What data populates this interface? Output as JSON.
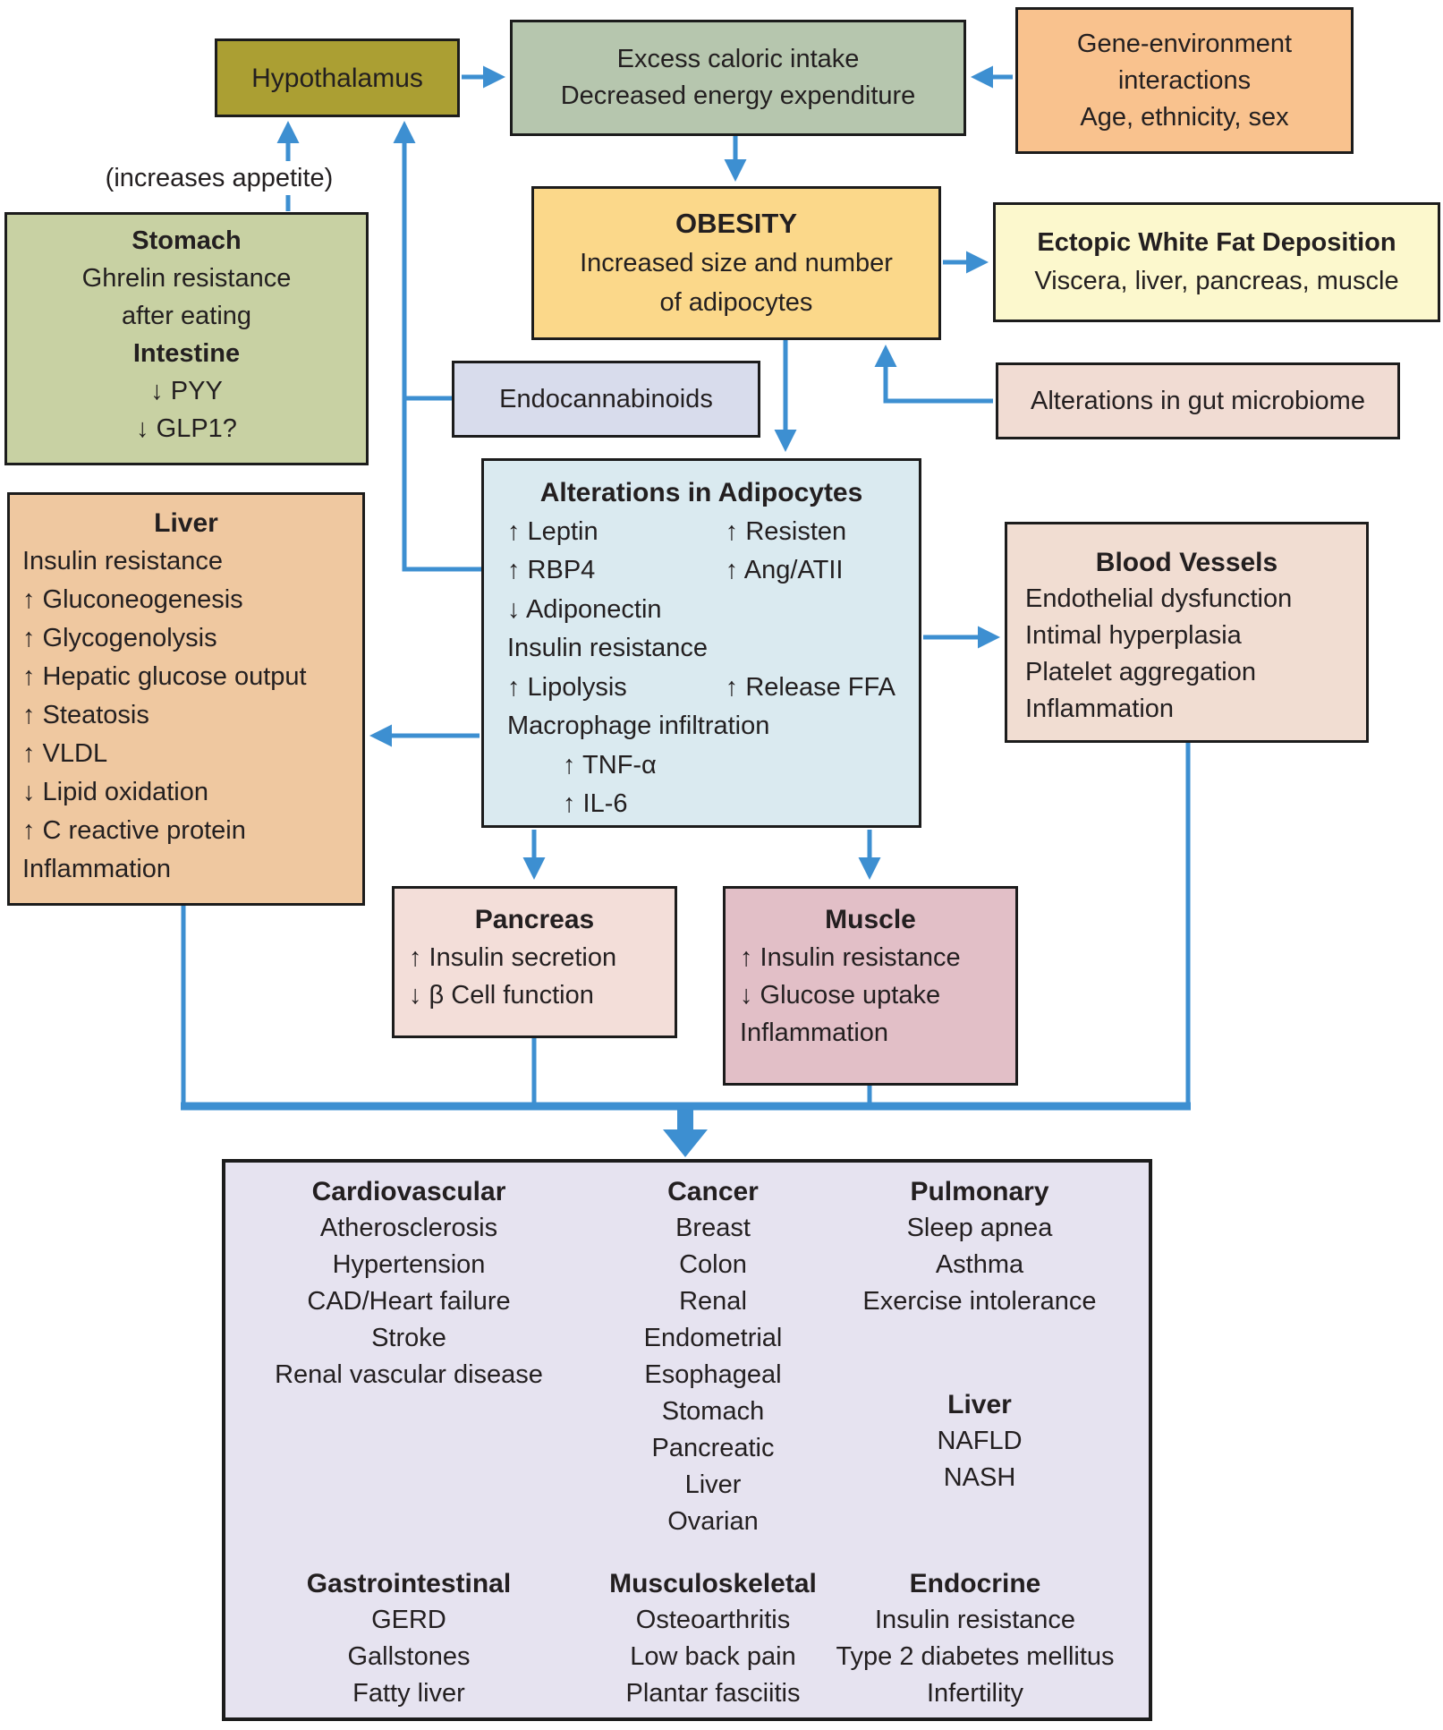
{
  "figure": {
    "arrow_color": "#3d8fd1",
    "border_color": "#1c1c1c",
    "text_color": "#231f20",
    "background": "#ffffff"
  },
  "labels": {
    "increases_appetite": "(increases appetite)"
  },
  "boxes": {
    "hypothalamus": {
      "title": "Hypothalamus",
      "bg": "#ab9f33"
    },
    "excess": {
      "bg": "#b6c6ae",
      "lines": [
        "Excess caloric intake",
        "Decreased energy expenditure"
      ]
    },
    "gene_env": {
      "bg": "#f9c28e",
      "lines": [
        "Gene-environment",
        "interactions",
        "Age, ethnicity, sex"
      ]
    },
    "obesity": {
      "bg": "#fbd88a",
      "title": "OBESITY",
      "lines": [
        "Increased size and number",
        "of adipocytes"
      ]
    },
    "ectopic": {
      "bg": "#fcf8cd",
      "title": "Ectopic White Fat Deposition",
      "lines": [
        "Viscera, liver, pancreas, muscle"
      ]
    },
    "stomach": {
      "bg": "#c8d1a3",
      "title": "Stomach",
      "lines1": [
        "Ghrelin resistance",
        "after eating"
      ],
      "title2": "Intestine",
      "lines2": [
        "↓ PYY",
        "↓ GLP1?"
      ]
    },
    "endocannabinoids": {
      "bg": "#d8dcec",
      "title": "Endocannabinoids"
    },
    "microbiome": {
      "bg": "#f1dcd3",
      "title": "Alterations in gut microbiome"
    },
    "adipocytes": {
      "bg": "#daeaf0",
      "title": "Alterations in Adipocytes",
      "items": [
        "↑ Leptin",
        "↑ Resisten",
        "↑ RBP4",
        "↑ Ang/ATII",
        "↓ Adiponectin",
        "Insulin resistance",
        "↑ Lipolysis",
        "↑ Release FFA",
        "Macrophage infiltration",
        "↑ TNF-α",
        "↑ IL-6"
      ]
    },
    "liver": {
      "bg": "#efc8a0",
      "title": "Liver",
      "lines": [
        "Insulin resistance",
        "↑ Gluconeogenesis",
        "↑ Glycogenolysis",
        "↑ Hepatic glucose output",
        "↑ Steatosis",
        "↑ VLDL",
        "↓ Lipid oxidation",
        "↑ C reactive protein",
        "Inflammation"
      ]
    },
    "blood_vessels": {
      "bg": "#f1ddd2",
      "title": "Blood Vessels",
      "lines": [
        "Endothelial dysfunction",
        "Intimal hyperplasia",
        "Platelet aggregation",
        "Inflammation"
      ]
    },
    "pancreas": {
      "bg": "#f3ded9",
      "title": "Pancreas",
      "lines": [
        "↑ Insulin secretion",
        "↓ β Cell function"
      ]
    },
    "muscle": {
      "bg": "#e2bfc7",
      "title": "Muscle",
      "lines": [
        "↑ Insulin resistance",
        "↓ Glucose uptake",
        "Inflammation"
      ]
    },
    "comorbidities": {
      "bg": "#e6e3f0",
      "groups": {
        "cardiovascular": {
          "title": "Cardiovascular",
          "lines": [
            "Atherosclerosis",
            "Hypertension",
            "CAD/Heart failure",
            "Stroke",
            "Renal vascular disease"
          ]
        },
        "cancer": {
          "title": "Cancer",
          "lines": [
            "Breast",
            "Colon",
            "Renal",
            "Endometrial",
            "Esophageal",
            "Stomach",
            "Pancreatic",
            "Liver",
            "Ovarian"
          ]
        },
        "pulmonary": {
          "title": "Pulmonary",
          "lines": [
            "Sleep apnea",
            "Asthma",
            "Exercise intolerance"
          ]
        },
        "liver": {
          "title": "Liver",
          "lines": [
            "NAFLD",
            "NASH"
          ]
        },
        "gastrointestinal": {
          "title": "Gastrointestinal",
          "lines": [
            "GERD",
            "Gallstones",
            "Fatty liver"
          ]
        },
        "musculoskeletal": {
          "title": "Musculoskeletal",
          "lines": [
            "Osteoarthritis",
            "Low back pain",
            "Plantar fasciitis"
          ]
        },
        "endocrine": {
          "title": "Endocrine",
          "lines": [
            "Insulin resistance",
            "Type 2 diabetes mellitus",
            "Infertility"
          ]
        }
      }
    }
  }
}
